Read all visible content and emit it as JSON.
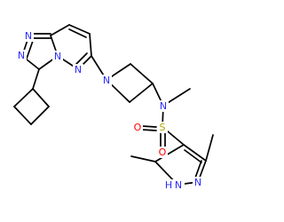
{
  "diagram": {
    "kind": "skeletal chemical structure",
    "colors": {
      "bond": "#000000",
      "nitrogen": "#2c2cf5",
      "sulfur": "#b5a400",
      "oxygen": "#ff0000",
      "background": "#ffffff"
    },
    "atom_labels": {
      "n_triazole_1": "N",
      "n_triazole_2": "N",
      "n_bridgehead": "N",
      "n_pyridazine": "N",
      "n_azetidine": "N",
      "n_sulfonamide": "N",
      "s_sulfonyl": "S",
      "o_left": "O",
      "o_bottom": "O",
      "n_pyrazole_h": "N",
      "h_pyrazole": "H",
      "n_pyrazole": "N"
    }
  }
}
